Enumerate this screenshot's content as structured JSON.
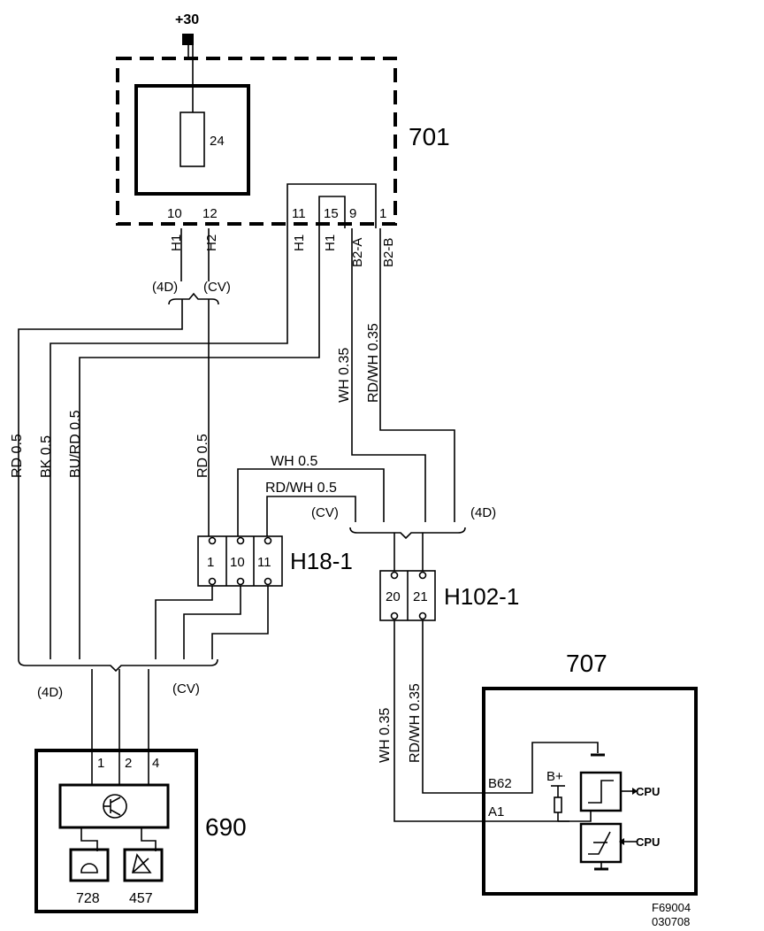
{
  "supply": {
    "label": "+30"
  },
  "components": {
    "c701": {
      "number": "701",
      "fuse": "24",
      "pins": [
        "10",
        "12",
        "11",
        "15",
        "9",
        "1"
      ],
      "signals": [
        "H1",
        "H2",
        "H1",
        "H1",
        "B2-A",
        "B2-B"
      ]
    },
    "h18": {
      "name": "H18-1",
      "pins": [
        "1",
        "10",
        "11"
      ]
    },
    "h102": {
      "name": "H102-1",
      "pins": [
        "20",
        "21"
      ]
    },
    "c690": {
      "number": "690",
      "pins": [
        "1",
        "2",
        "4"
      ],
      "sub_left": "728",
      "sub_right": "457"
    },
    "c707": {
      "number": "707",
      "b62": "B62",
      "a1": "A1",
      "bplus": "B+",
      "cpu1": "CPU",
      "cpu2": "CPU"
    }
  },
  "variants": {
    "d4": "(4D)",
    "cv": "(CV)"
  },
  "wires": {
    "rd05": "RD 0.5",
    "bk05": "BK 0.5",
    "burd05": "BU/RD  0.5",
    "rd05b": "RD 0.5",
    "wh035a": "WH  0.35",
    "rdwh035a": "RD/WH 0.35",
    "wh05": "WH 0.5",
    "rdwh05": "RD/WH  0.5",
    "wh035b": "WH  0.35",
    "rdwh035b": "RD/WH  0.35"
  },
  "footer": {
    "code": "F69004",
    "date": "030708"
  }
}
